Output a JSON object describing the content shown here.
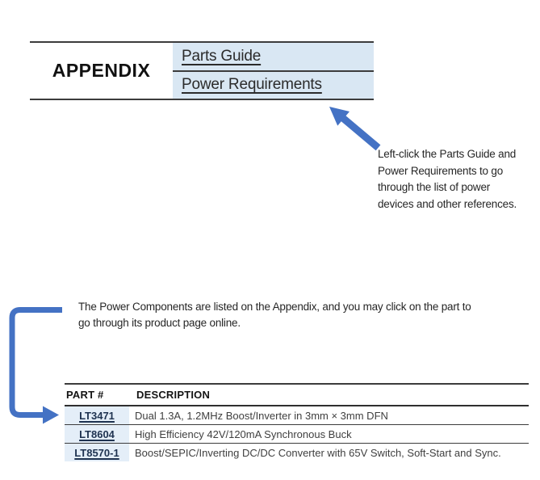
{
  "palette": {
    "accent_blue": "#4472c4",
    "nav_cell_blue": "#d9e7f3",
    "part_column_blue": "#e4eef8",
    "rule_dark": "#3c3c3c",
    "part_link_navy": "#1e3250",
    "text_dark": "#262626"
  },
  "appendix_nav": {
    "title": "APPENDIX",
    "links": [
      {
        "label": "Parts Guide"
      },
      {
        "label": "Power Requirements"
      }
    ]
  },
  "annotations": {
    "right": "Left-click the Parts Guide and\nPower Requirements to go\nthrough the list of power\ndevices and other references.",
    "bottom": "The Power Components are listed on the Appendix, and you may click on the part to\ngo through its product page online."
  },
  "icons": {
    "pointer": "arrow-up-left",
    "bracket": "bracket-arrow-right"
  },
  "parts_table": {
    "headers": [
      "PART #",
      "DESCRIPTION"
    ],
    "rows": [
      {
        "part": "LT3471",
        "description": "Dual 1.3A, 1.2MHz Boost/Inverter in 3mm × 3mm DFN"
      },
      {
        "part": "LT8604",
        "description": "High Efficiency 42V/120mA Synchronous Buck"
      },
      {
        "part": "LT8570-1",
        "description": "Boost/SEPIC/Inverting DC/DC Converter with 65V Switch, Soft-Start and Sync."
      }
    ]
  }
}
